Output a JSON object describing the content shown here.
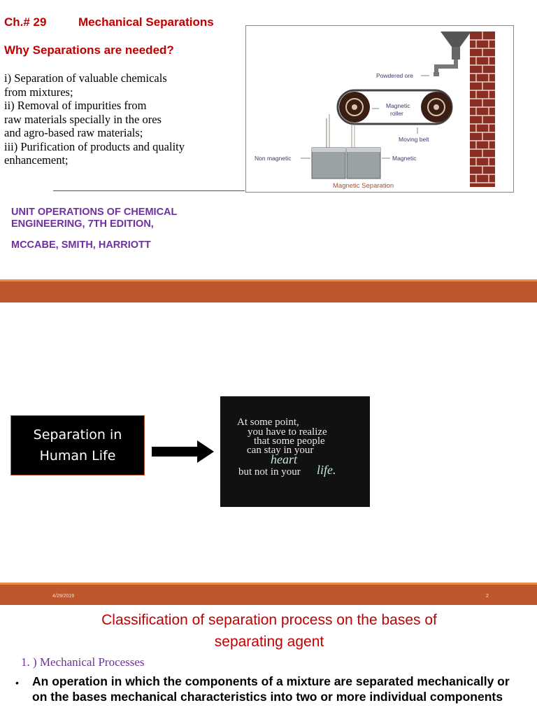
{
  "slide1": {
    "chapter_number": "Ch.# 29",
    "chapter_title": "Mechanical Separations",
    "question": "Why Separations are needed?",
    "points": [
      "i) Separation of valuable chemicals",
      "from mixtures;",
      "ii) Removal of impurities from",
      "raw materials specially in the ores",
      "and agro-based raw materials;",
      "iii) Purification of products and quality",
      "enhancement;"
    ],
    "figure": {
      "labels": {
        "powdered_ore": "Powdered ore",
        "magnetic_roller_1": "Magnetic",
        "magnetic_roller_2": "roller",
        "moving_belt": "Moving belt",
        "non_magnetic": "Non magnetic",
        "magnetic": "Magnetic",
        "caption": "Magnetic Separation"
      }
    },
    "book_line1": "UNIT OPERATIONS OF CHEMICAL",
    "book_line2": "ENGINEERING,  7TH EDITION,",
    "authors": "MCCABE, SMITH, HARRIOTT"
  },
  "slide2": {
    "box_line1": "Separation in",
    "box_line2": "Human Life",
    "quote": {
      "line1": "At some point,",
      "line2": "you have to realize",
      "line3": "that some people",
      "line4": "can stay in your",
      "line5": "heart",
      "line6": "but not in your",
      "line7": "life."
    },
    "date": "4/29/2019",
    "page_number": "2"
  },
  "slide3": {
    "title_line1": "Classification of separation process on the bases of",
    "title_line2": "separating agent",
    "subheading": "1. ) Mechanical Processes",
    "bullet": "An operation in which the components of a mixture are separated mechanically or on the bases mechanical characteristics into two or more individual components"
  },
  "colors": {
    "heading_red": "#c00000",
    "purple": "#7030a0",
    "divider": "#c0562b",
    "divider_accent": "#e98a3f"
  }
}
